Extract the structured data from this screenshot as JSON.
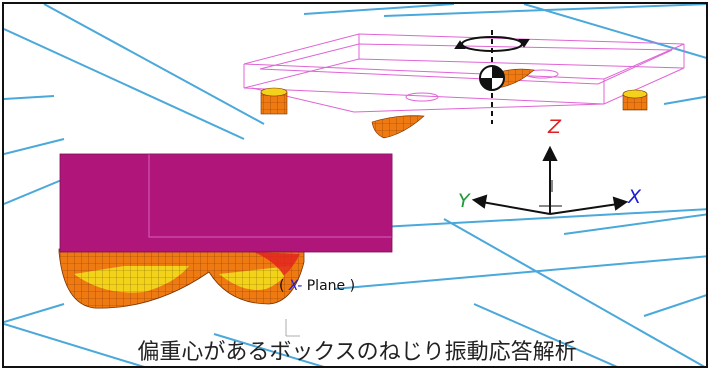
{
  "axes": {
    "z": {
      "label": "Z",
      "color": "#e02020"
    },
    "y": {
      "label": "Y",
      "color": "#1f9a3a"
    },
    "x": {
      "label": "X",
      "color": "#1b1bd8"
    }
  },
  "plane_label": {
    "open": "(",
    "axis": "X-",
    "text": "Plane )"
  },
  "caption": "偏重心があるボックスのねじり振動応答解析",
  "colors": {
    "background_lines": "#4aa8da",
    "box_wireframe": "#e064d6",
    "box_solid": "#b0157a",
    "mesh_orange": "#ef7a12",
    "mesh_yellow": "#f2d21a",
    "mesh_red": "#e2241f"
  },
  "icons": [
    "center-of-mass-icon",
    "rotation-arrow-icon"
  ]
}
